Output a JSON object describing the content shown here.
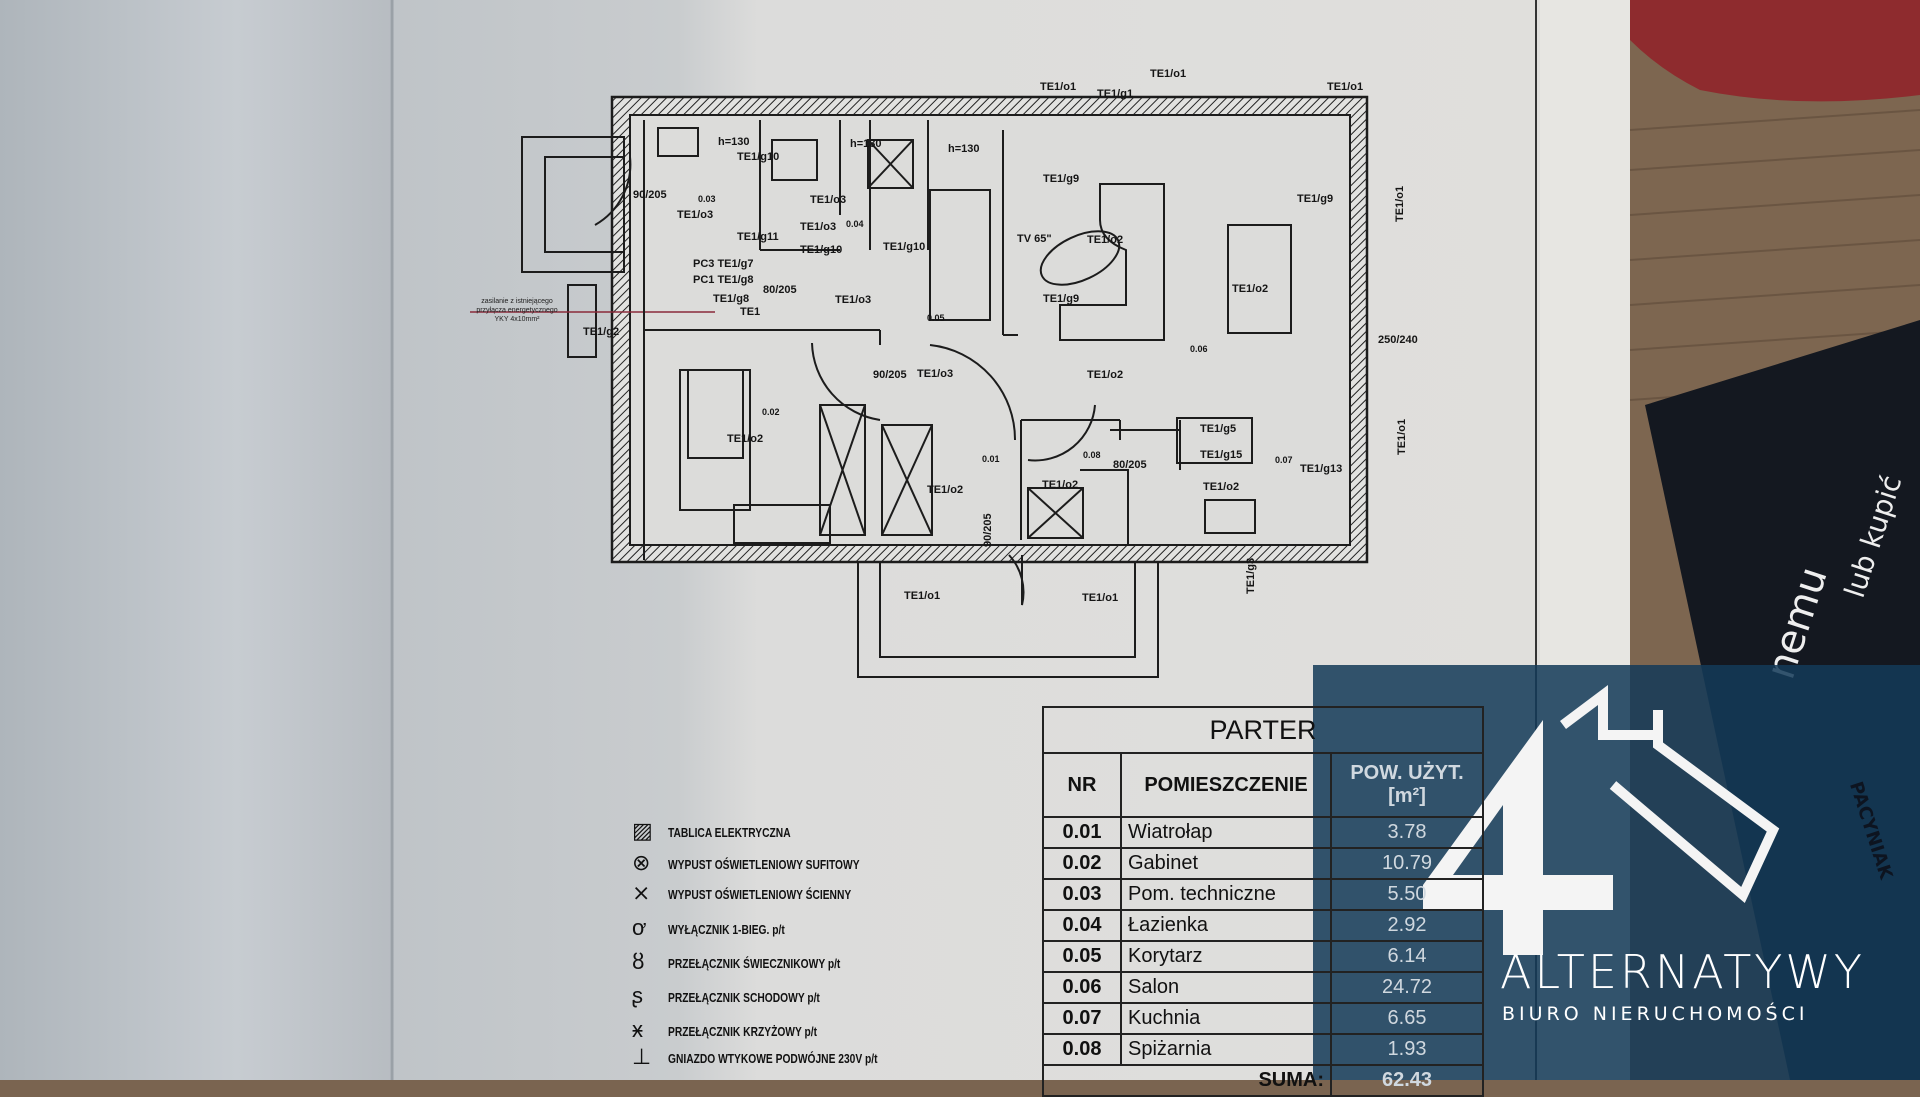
{
  "plan": {
    "labels": [
      "TE1/g10",
      "0.03",
      "TE1/o3",
      "TE1/g11",
      "TE1/o3",
      "TE1/o3",
      "0.04",
      "TE1/g10",
      "TE1/g10",
      "PC3 TE1/g7",
      "PC1 TE1/g8",
      "TE1/g8",
      "TE1",
      "TE1/o3",
      "0.05",
      "TE1/g2",
      "90/205",
      "90/205",
      "TE1/o3",
      "0.02",
      "TE1/o2",
      "TE1/o2",
      "80/205",
      "TE1/o1",
      "TE1/o1",
      "TE1/g1",
      "TE1/o1",
      "TE1/g9",
      "TE1/g9",
      "TE1/o2",
      "TE1/o2",
      "TE1/g9",
      "TE1/o1",
      "0.06",
      "TE1/o2",
      "TE1/g5",
      "TE1/g15",
      "0.07",
      "TE1/g13",
      "TE1/o2",
      "TE1/o2",
      "0.08",
      "0.01",
      "80/205",
      "250/240",
      "TE1/o1",
      "TV 65\"",
      "TE1/o1",
      "TE1/o1",
      "TE1/g3",
      "90/205",
      "h=130",
      "h=130",
      "h=130"
    ],
    "supply_note": [
      "zasilanie z istniejącego",
      "przyłącza energetycznego",
      "YKY 4x10mm²"
    ]
  },
  "table": {
    "title": "PARTER",
    "headers": {
      "nr": "NR",
      "room": "POMIESZCZENIE",
      "area": "POW. UŻYT. [m²]"
    },
    "rows": [
      {
        "nr": "0.01",
        "room": "Wiatrołap",
        "area": "3.78"
      },
      {
        "nr": "0.02",
        "room": "Gabinet",
        "area": "10.79"
      },
      {
        "nr": "0.03",
        "room": "Pom. techniczne",
        "area": "5.50"
      },
      {
        "nr": "0.04",
        "room": "Łazienka",
        "area": "2.92"
      },
      {
        "nr": "0.05",
        "room": "Korytarz",
        "area": "6.14"
      },
      {
        "nr": "0.06",
        "room": "Salon",
        "area": "24.72"
      },
      {
        "nr": "0.07",
        "room": "Kuchnia",
        "area": "6.65"
      },
      {
        "nr": "0.08",
        "room": "Spiżarnia",
        "area": "1.93"
      }
    ],
    "sum_label": "SUMA:",
    "sum_value": "62.43"
  },
  "legend": [
    {
      "icon": "electrical-panel-icon",
      "symbol": "▨",
      "label": "TABLICA ELEKTRYCZNA"
    },
    {
      "icon": "ceiling-light-icon",
      "symbol": "⊗",
      "label": "WYPUST OŚWIETLENIOWY SUFITOWY"
    },
    {
      "icon": "wall-light-icon",
      "symbol": "⨯",
      "label": "WYPUST OŚWIETLENIOWY ŚCIENNY"
    },
    {
      "icon": "single-switch-icon",
      "symbol": "ơ",
      "label": "WYŁĄCZNIK 1-BIEG. p/t"
    },
    {
      "icon": "chandelier-switch-icon",
      "symbol": "ȣ",
      "label": "PRZEŁĄCZNIK ŚWIECZNIKOWY p/t"
    },
    {
      "icon": "stair-switch-icon",
      "symbol": "ʂ",
      "label": "PRZEŁĄCZNIK SCHODOWY p/t"
    },
    {
      "icon": "cross-switch-icon",
      "symbol": "ӿ",
      "label": "PRZEŁĄCZNIK KRZYŻOWY p/t"
    },
    {
      "icon": "double-socket-icon",
      "symbol": "⊥",
      "label": "GNIAZDO WTYKOWE PODWÓJNE 230V p/t"
    }
  ],
  "logo": {
    "name": "ALTERNATYWY",
    "tagline": "BIURO NIERUCHOMOŚCI"
  },
  "booklet": {
    "line1": "nemu",
    "line2": "lub kupić",
    "line3": "PACYNIAK"
  },
  "colors": {
    "logo_panel": "#143a58",
    "paper": "#d9dadb",
    "ink": "#1a1a1a",
    "wood": "#7a6450"
  }
}
